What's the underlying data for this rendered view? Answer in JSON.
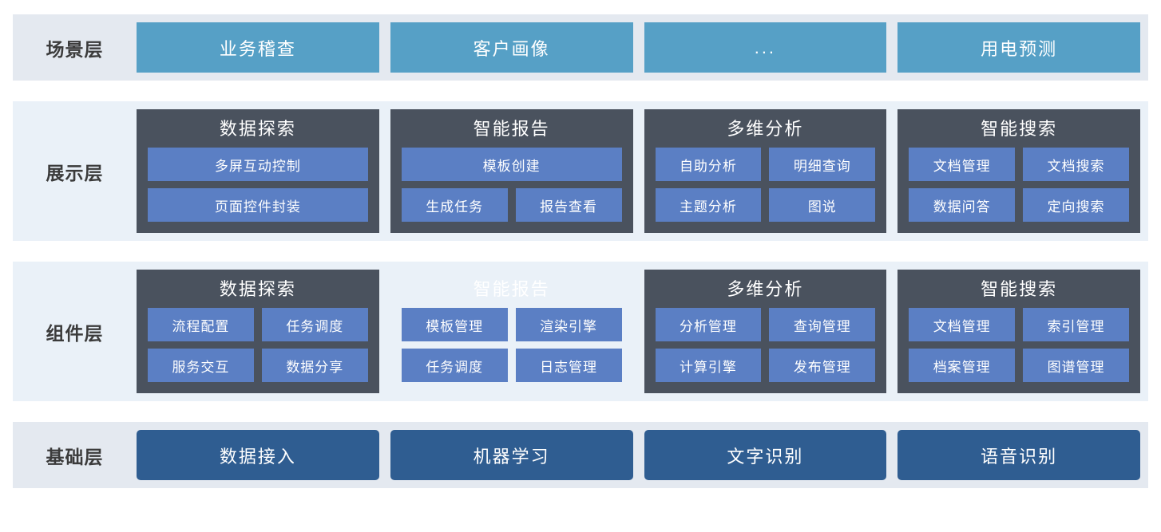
{
  "colors": {
    "band_tone_a": "#e4e9f0",
    "band_tone_b": "#eaf1f8",
    "scene_card": "#56a0c6",
    "foundation_card": "#2f5d91",
    "group_card": "#4a525e",
    "chip": "#5b7fc4",
    "label_text": "#3b3b3b",
    "card_text": "#ffffff"
  },
  "layers": [
    {
      "id": "scene",
      "label": "场景层",
      "style": "simple",
      "tone": "tone-a",
      "cards": [
        {
          "title": "业务稽查"
        },
        {
          "title": "客户画像"
        },
        {
          "title": "..."
        },
        {
          "title": "用电预测"
        }
      ]
    },
    {
      "id": "presentation",
      "label": "展示层",
      "style": "group",
      "tone": "tone-b",
      "cards": [
        {
          "title": "数据探索",
          "ghost": false,
          "rows": [
            [
              "多屏互动控制"
            ],
            [
              "页面控件封装"
            ]
          ]
        },
        {
          "title": "智能报告",
          "ghost": false,
          "rows": [
            [
              "模板创建"
            ],
            [
              "生成任务",
              "报告查看"
            ]
          ]
        },
        {
          "title": "多维分析",
          "ghost": false,
          "rows": [
            [
              "自助分析",
              "明细查询"
            ],
            [
              "主题分析",
              "图说"
            ]
          ]
        },
        {
          "title": "智能搜索",
          "ghost": false,
          "rows": [
            [
              "文档管理",
              "文档搜索"
            ],
            [
              "数据问答",
              "定向搜索"
            ]
          ]
        }
      ]
    },
    {
      "id": "component",
      "label": "组件层",
      "style": "group",
      "tone": "tone-b",
      "cards": [
        {
          "title": "数据探索",
          "ghost": false,
          "rows": [
            [
              "流程配置",
              "任务调度"
            ],
            [
              "服务交互",
              "数据分享"
            ]
          ]
        },
        {
          "title": "智能报告",
          "ghost": true,
          "rows": [
            [
              "模板管理",
              "渲染引擎"
            ],
            [
              "任务调度",
              "日志管理"
            ]
          ]
        },
        {
          "title": "多维分析",
          "ghost": false,
          "rows": [
            [
              "分析管理",
              "查询管理"
            ],
            [
              "计算引擎",
              "发布管理"
            ]
          ]
        },
        {
          "title": "智能搜索",
          "ghost": false,
          "rows": [
            [
              "文档管理",
              "索引管理"
            ],
            [
              "档案管理",
              "图谱管理"
            ]
          ]
        }
      ]
    },
    {
      "id": "foundation",
      "label": "基础层",
      "style": "simple",
      "tone": "tone-a",
      "cards": [
        {
          "title": "数据接入"
        },
        {
          "title": "机器学习"
        },
        {
          "title": "文字识别"
        },
        {
          "title": "语音识别"
        }
      ]
    }
  ]
}
